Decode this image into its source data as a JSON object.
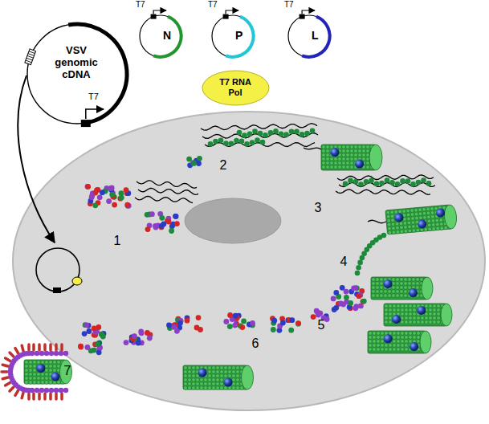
{
  "diagram": {
    "nodes": [
      {
        "text": [
          "VSV genomic cDNA",
          "T7"
        ]
      },
      {
        "text": [
          "T7",
          "N"
        ]
      },
      {
        "text": [
          "T7",
          "P"
        ]
      },
      {
        "text": [
          "T7",
          "L"
        ]
      },
      {
        "text": [
          "T7 RNA Pol"
        ]
      }
    ],
    "labels": [
      "1",
      "2",
      "3",
      "4",
      "5",
      "6",
      "7"
    ]
  }
}
